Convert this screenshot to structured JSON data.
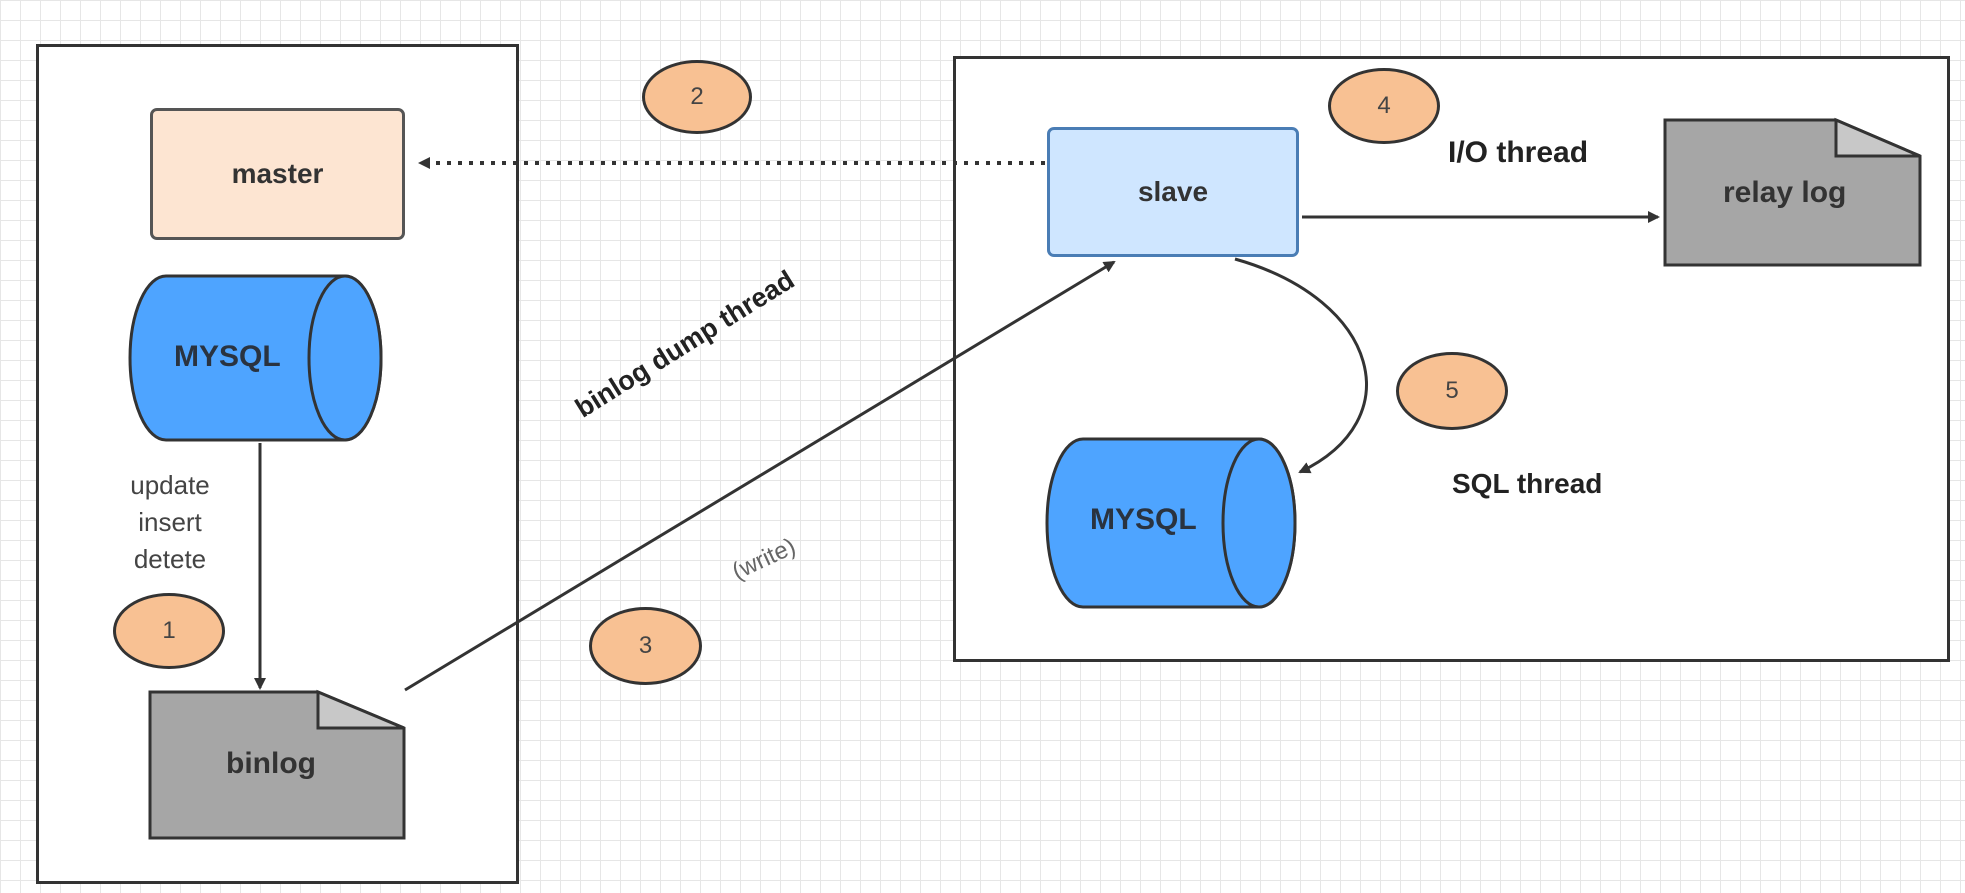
{
  "master": {
    "node_label": "master",
    "db_label": "MYSQL",
    "operations": [
      "update",
      "insert",
      "detete"
    ],
    "binlog_label": "binlog"
  },
  "slave": {
    "node_label": "slave",
    "db_label": "MYSQL",
    "relay_log_label": "relay log"
  },
  "threads": {
    "binlog_dump": "binlog dump thread",
    "write": "(write)",
    "io": "I/O thread",
    "sql": "SQL thread"
  },
  "steps": [
    "1",
    "2",
    "3",
    "4",
    "5"
  ],
  "colors": {
    "master_fill": "#fde5d2",
    "slave_fill": "#cfe6ff",
    "database_fill": "#4ea4ff",
    "document_fill": "#a6a6a6",
    "step_badge_fill": "#f8c193",
    "stroke": "#333333"
  }
}
